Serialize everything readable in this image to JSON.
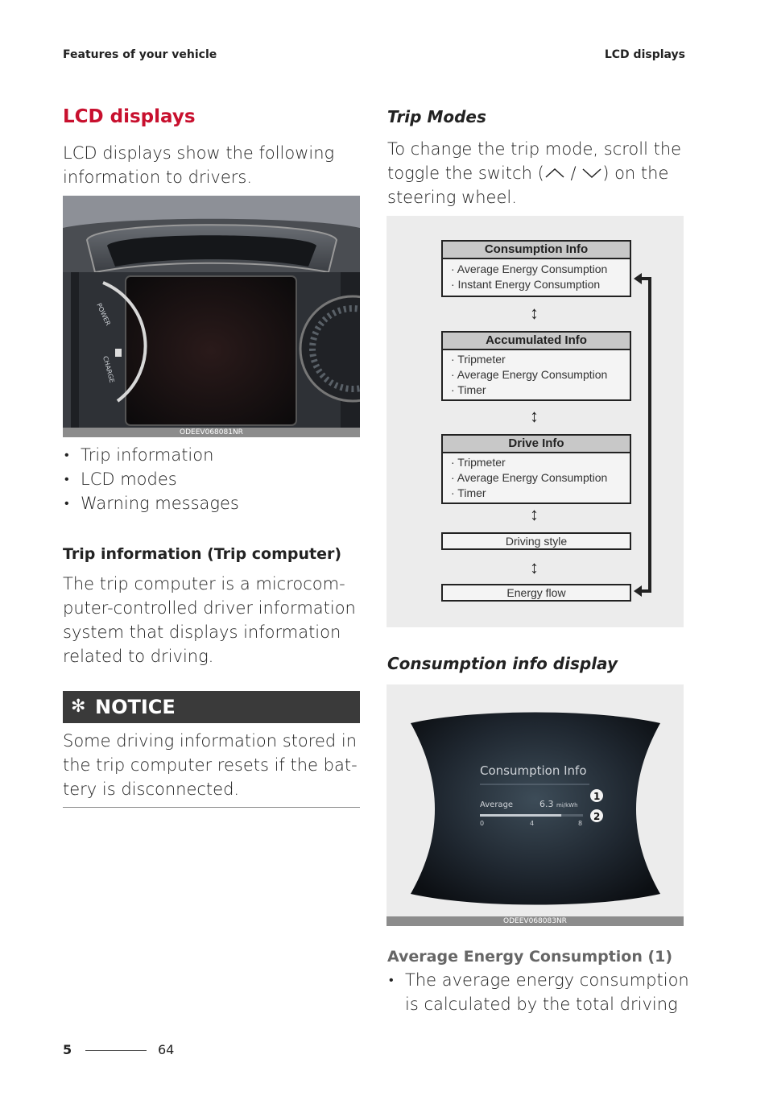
{
  "header": {
    "left": "Features of your vehicle",
    "right": "LCD displays"
  },
  "left": {
    "title": "LCD displays",
    "intro": [
      "LCD displays show the following",
      "information to drivers."
    ],
    "figure1": {
      "caption": "ODEEV068081NR",
      "gauge_labels": [
        "POWER",
        "CHARGE"
      ]
    },
    "bullets": [
      "Trip information",
      "LCD modes",
      "Warning messages"
    ],
    "trip_heading": "Trip information (Trip computer)",
    "trip_text": [
      "The trip computer is a microcom-",
      "puter-controlled driver information",
      "system that displays information",
      "related to driving."
    ],
    "notice": {
      "icon": "asterisk-icon",
      "title": "NOTICE",
      "text": [
        "Some driving information stored in",
        "the trip computer resets if the bat-",
        "tery is disconnected."
      ]
    }
  },
  "right": {
    "trip_modes_heading": "Trip Modes",
    "trip_modes_text": {
      "line1": "To change the trip mode, scroll the",
      "line2_before": "toggle the switch (",
      "line2_sep": " / ",
      "line2_after": ") on the",
      "line3": "steering wheel.",
      "icons": [
        "chevron-up-icon",
        "chevron-down-icon"
      ]
    },
    "flow": {
      "consumption": {
        "title": "Consumption Info",
        "items": [
          "· Average Energy Consumption",
          "· Instant  Energy Consumption"
        ]
      },
      "accumulated": {
        "title": "Accumulated Info",
        "items": [
          "· Tripmeter",
          "· Average Energy Consumption",
          "· Timer"
        ]
      },
      "drive": {
        "title": "Drive Info",
        "items": [
          "· Tripmeter",
          "· Average Energy Consumption",
          "· Timer"
        ]
      },
      "driving_style": "Driving style",
      "energy_flow": "Energy flow"
    },
    "consumption_heading": "Consumption info display",
    "figure2": {
      "caption": "ODEEV068083NR",
      "screen_title": "Consumption Info",
      "label": "Average",
      "value": "6.3",
      "unit": "mi/kWh",
      "scale": [
        "0",
        "4",
        "8"
      ],
      "bar_fraction": 0.79,
      "markers": [
        "1",
        "2"
      ]
    },
    "avg_heading": "Average Energy Consumption (1)",
    "avg_bullet": [
      "The average energy consumption",
      "is calculated by the total driving"
    ]
  },
  "footer": {
    "section": "5",
    "page": "64"
  }
}
